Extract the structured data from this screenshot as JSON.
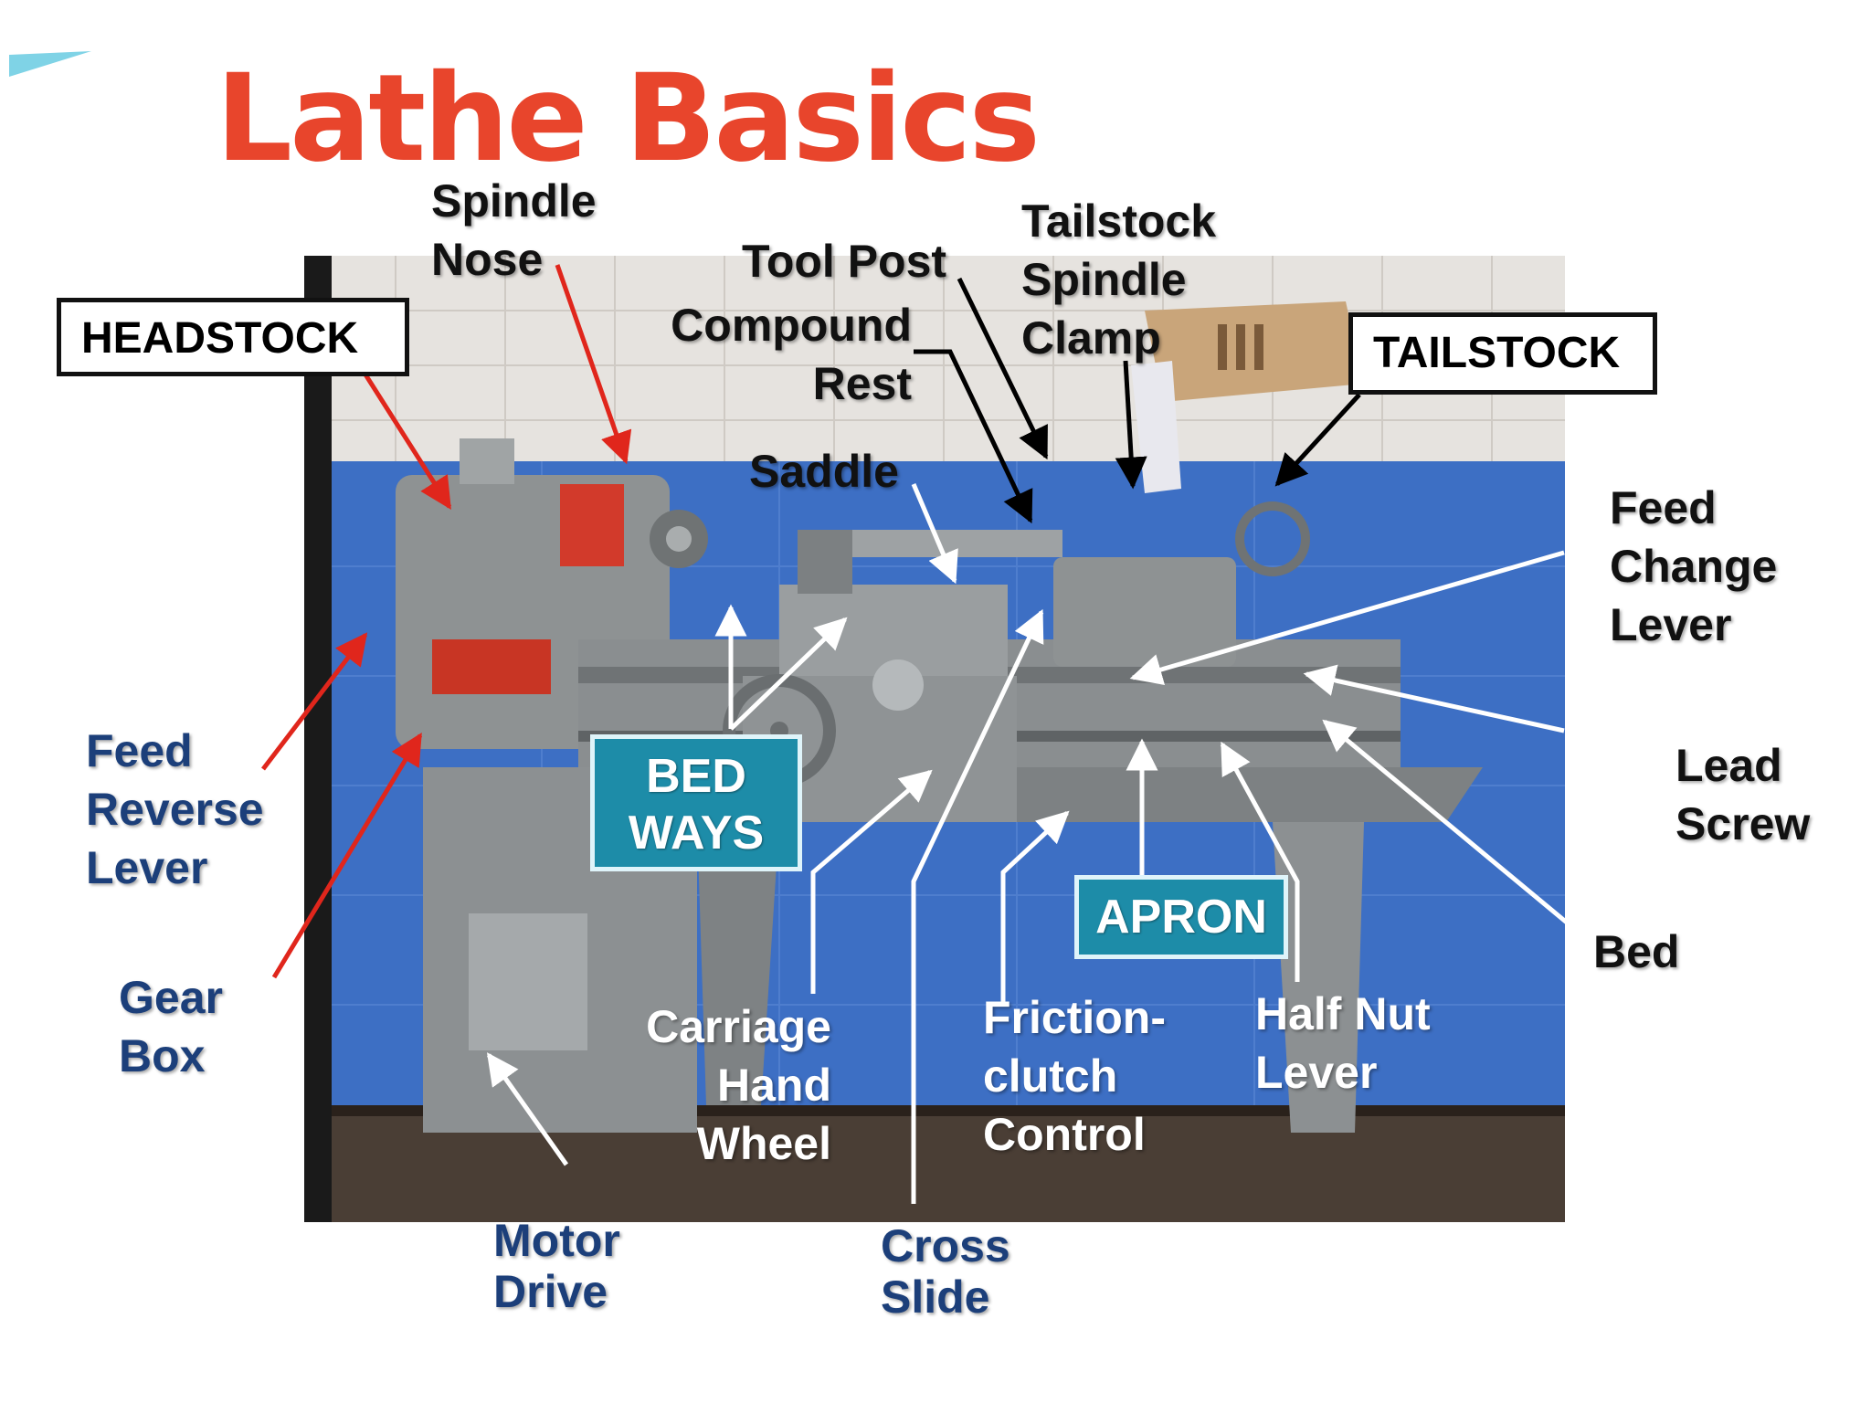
{
  "title": "Lathe Basics",
  "colors": {
    "title": "#e8452c",
    "dark_label": "#111111",
    "blue_label": "#1c3f7a",
    "white_label": "#ffffff",
    "callout_box": "#1d8ca8",
    "wall_blue": "#3d6fc4"
  },
  "labels": {
    "spindle_nose": [
      "Spindle",
      "Nose"
    ],
    "tool_post": [
      "Tool Post"
    ],
    "tailstock_spindle_clamp": [
      "Tailstock",
      "Spindle",
      "Clamp"
    ],
    "compound_rest": [
      "Compound",
      "Rest"
    ],
    "saddle": [
      "Saddle"
    ],
    "feed_change_lever": [
      "Feed",
      "Change",
      "Lever"
    ],
    "feed_reverse_lever": [
      "Feed",
      "Reverse",
      "Lever"
    ],
    "lead_screw": [
      "Lead",
      "Screw"
    ],
    "gear_box": [
      "Gear",
      "Box"
    ],
    "bed": [
      "Bed"
    ],
    "carriage_hand_wheel": [
      "Carriage",
      "Hand",
      "Wheel"
    ],
    "friction_clutch_control": [
      "Friction-",
      "clutch",
      "Control"
    ],
    "half_nut_lever": [
      "Half Nut",
      "Lever"
    ],
    "motor_drive": [
      "Motor",
      "Drive"
    ],
    "cross_slide": [
      "Cross",
      "Slide"
    ]
  },
  "boxed_labels": {
    "headstock": "HEADSTOCK",
    "tailstock": "TAILSTOCK"
  },
  "callouts": {
    "bed_ways": [
      "BED",
      "WAYS"
    ],
    "apron": [
      "APRON"
    ]
  }
}
